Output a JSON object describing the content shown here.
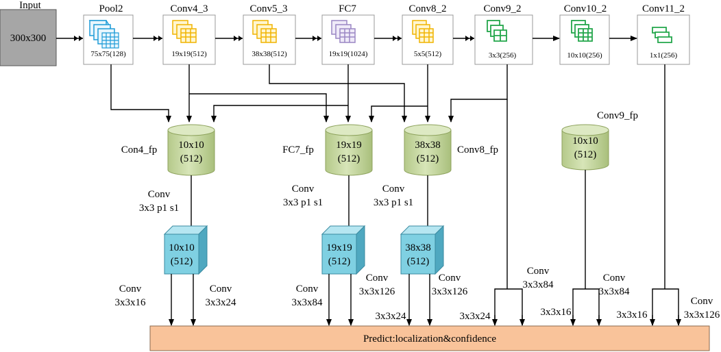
{
  "input": {
    "label": "Input",
    "size": "300x300"
  },
  "stages": [
    {
      "name": "Pool2",
      "size": "75x75(128)",
      "icon": "blue-feature-maps",
      "color": "#1e9bd7"
    },
    {
      "name": "Conv4_3",
      "size": "19x19(512)",
      "icon": "yellow-feature-maps",
      "color": "#f0b400"
    },
    {
      "name": "Conv5_3",
      "size": "38x38(512)",
      "icon": "yellow-feature-maps",
      "color": "#f0b400"
    },
    {
      "name": "FC7",
      "size": "19x19(1024)",
      "icon": "purple-feature-maps",
      "color": "#9a86c4"
    },
    {
      "name": "Conv8_2",
      "size": "5x5(512)",
      "icon": "yellow-feature-maps",
      "color": "#f0b400"
    },
    {
      "name": "Conv9_2",
      "size": "3x3(256)",
      "icon": "green-feature-maps",
      "color": "#22a64a"
    },
    {
      "name": "Conv10_2",
      "size": "10x10(256)",
      "icon": "green-feature-maps",
      "color": "#22a64a"
    },
    {
      "name": "Conv11_2",
      "size": "1x1(256)",
      "icon": "green-feature-maps",
      "color": "#22a64a"
    }
  ],
  "fusion": [
    {
      "name": "Con4_fp",
      "line1": "10x10",
      "line2": "(512)"
    },
    {
      "name": "FC7_fp",
      "line1": "19x19",
      "line2": "(512)"
    },
    {
      "name": "Conv8_fp",
      "line1": "38x38",
      "line2": "(512)"
    },
    {
      "name": "Conv9_fp",
      "line1": "10x10",
      "line2": "(512)"
    }
  ],
  "conv_ops": [
    {
      "line1": "Conv",
      "line2": "3x3 p1 s1"
    },
    {
      "line1": "Conv",
      "line2": "3x3 p1 s1"
    },
    {
      "line1": "Conv",
      "line2": "3x3 p1 s1"
    }
  ],
  "cubes": [
    {
      "line1": "10x10",
      "line2": "(512)"
    },
    {
      "line1": "19x19",
      "line2": "(512)"
    },
    {
      "line1": "38x38",
      "line2": "(512)"
    }
  ],
  "head_labels": {
    "c1_left": {
      "line1": "Conv",
      "line2": "3x3x16"
    },
    "c1_right": {
      "line1": "Conv",
      "line2": "3x3x24"
    },
    "c2_left": {
      "line1": "Conv",
      "line2": "3x3x84"
    },
    "c2_right": {
      "line1": "Conv",
      "line2": "3x3x126"
    },
    "c3_left": "3x3x24",
    "c3_right": {
      "line1": "Conv",
      "line2": "3x3x126"
    },
    "c4_left": "3x3x24",
    "c4_right": {
      "line1": "Conv",
      "line2": "3x3x84"
    },
    "c5_left": "3x3x16",
    "c5_right": {
      "line1": "Conv",
      "line2": "3x3x84"
    },
    "c6_left": "3x3x16",
    "c6_right": {
      "line1": "Conv",
      "line2": "3x3x126"
    }
  },
  "predict": "Predict:localization&confidence",
  "colors": {
    "input_fill": "#a6a6a6",
    "cylinder_fill": "#c5d79c",
    "cube_fill": "#7fd0e2",
    "predict_fill": "#f9c39a"
  }
}
